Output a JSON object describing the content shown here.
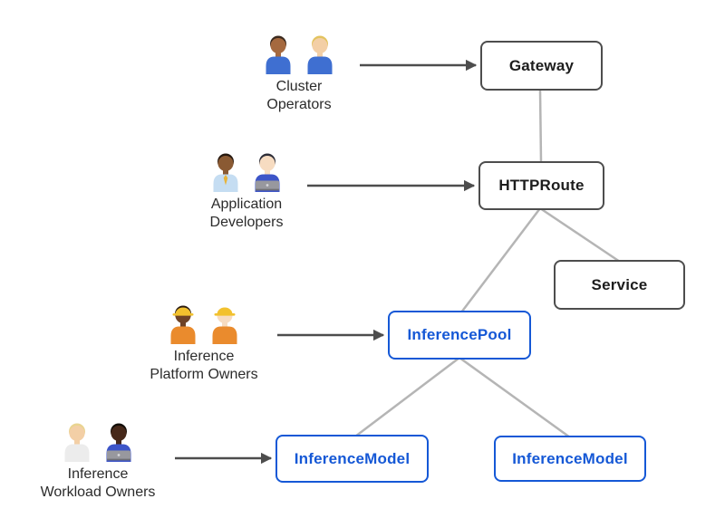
{
  "colors": {
    "accent_blue": "#1558d6",
    "dark_border_and_arrows": "#4d4d4d",
    "connector_gray": "#b5b5b5",
    "actor_label_text": "#2b2b2b",
    "box_label_text": "#1d1d1d",
    "background": "#ffffff"
  },
  "boxes": {
    "gateway": {
      "label": "Gateway",
      "style": "dark"
    },
    "httproute": {
      "label": "HTTPRoute",
      "style": "dark"
    },
    "service": {
      "label": "Service",
      "style": "dark"
    },
    "inference_pool": {
      "label": "InferencePool",
      "style": "blue"
    },
    "inference_model_left": {
      "label": "InferenceModel",
      "style": "blue"
    },
    "inference_model_right": {
      "label": "InferenceModel",
      "style": "blue"
    }
  },
  "actors": [
    {
      "id": "cluster-operators",
      "label": "Cluster\nOperators",
      "emoji": "👨🏽‍🔧 👩🏼‍🔧",
      "people": [
        {
          "icon": "man-mechanic-emoji",
          "skin": "#a5693f",
          "hair": "#3c2a1e",
          "top": "#3f6fd1"
        },
        {
          "icon": "woman-mechanic-emoji",
          "skin": "#f3cfa6",
          "hair": "#e3c35f",
          "top": "#3f6fd1"
        }
      ]
    },
    {
      "id": "application-developers",
      "label": "Application\nDevelopers",
      "emoji": "👨🏾‍💼 👩🏻‍💻",
      "people": [
        {
          "icon": "man-office-worker-emoji",
          "skin": "#8a5a33",
          "hair": "#26180f",
          "top": "#c5ddf2",
          "tie": "#e8b43a"
        },
        {
          "icon": "woman-technologist-emoji",
          "skin": "#f7dcc1",
          "hair": "#2e2e38",
          "top": "#3d55c8",
          "laptop": true
        }
      ]
    },
    {
      "id": "inference-platform-owners",
      "label": "Inference\nPlatform Owners",
      "emoji": "👷🏾‍♀️ 👷🏻",
      "people": [
        {
          "icon": "woman-construction-worker-emoji",
          "skin": "#6f4326",
          "hair": "#2a1a10",
          "top": "#ea8b2d",
          "headwear": "helmet"
        },
        {
          "icon": "man-construction-worker-emoji",
          "skin": "#f7dcc1",
          "hair": null,
          "top": "#ea8b2d",
          "headwear": "helmet"
        }
      ]
    },
    {
      "id": "inference-workload-owners",
      "label": "Inference\nWorkload Owners",
      "emoji": "👩🏼‍⚕️ 👨🏿‍💻",
      "people": [
        {
          "icon": "woman-health-worker-emoji",
          "skin": "#f3cfa6",
          "hair": "#e9d490",
          "top": "#ececec"
        },
        {
          "icon": "man-technologist-emoji",
          "skin": "#47291a",
          "hair": "#120d08",
          "top": "#3d55c8",
          "laptop": true
        }
      ]
    }
  ]
}
